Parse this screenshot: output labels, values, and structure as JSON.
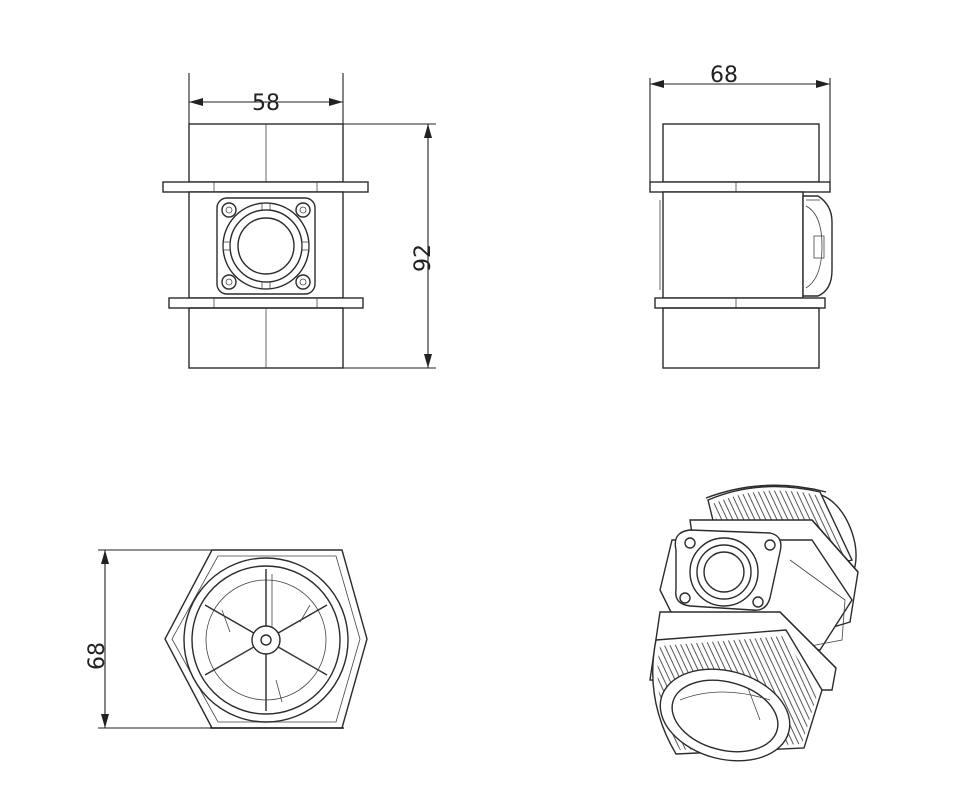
{
  "dimensions": {
    "front_width": "58",
    "front_height": "92",
    "side_width": "68",
    "bottom_height": "68"
  },
  "colors": {
    "line": "#2b2b2b",
    "background": "#ffffff"
  }
}
